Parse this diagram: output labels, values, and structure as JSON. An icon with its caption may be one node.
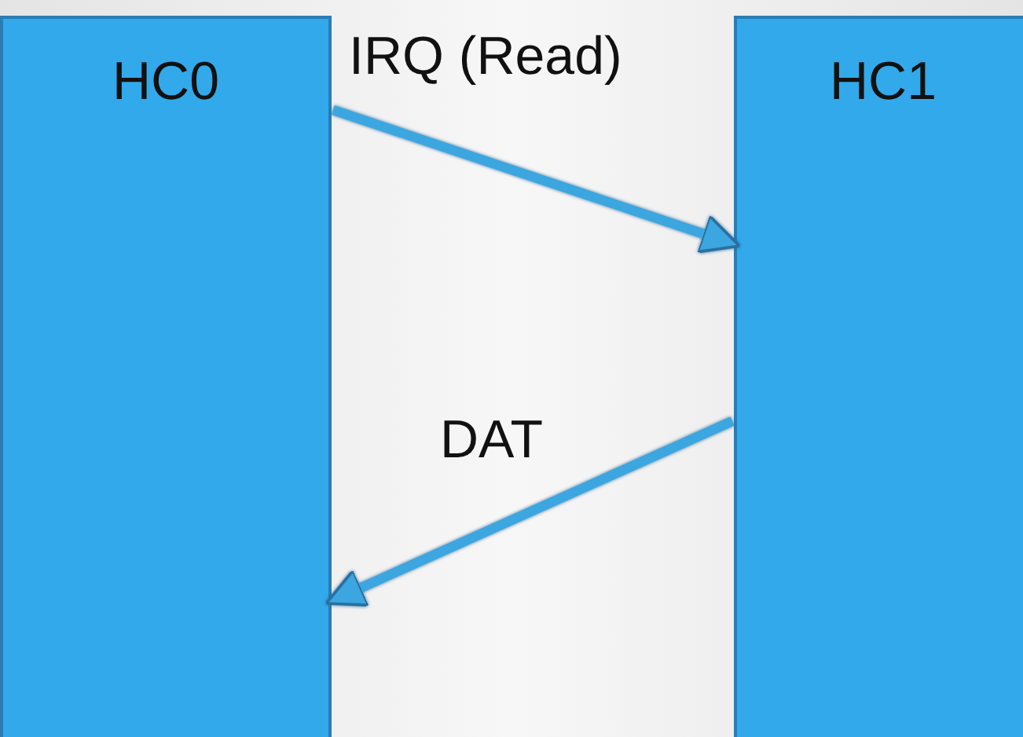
{
  "diagram": {
    "nodes": [
      {
        "text": [
          "HC0"
        ]
      },
      {
        "text": [
          "HC1"
        ]
      }
    ],
    "edges": [
      {
        "from": 0,
        "to": 1,
        "arrow": "to",
        "label": "IRQ (Read)"
      },
      {
        "from": 1,
        "to": 0,
        "arrow": "to",
        "label": "DAT"
      }
    ]
  }
}
